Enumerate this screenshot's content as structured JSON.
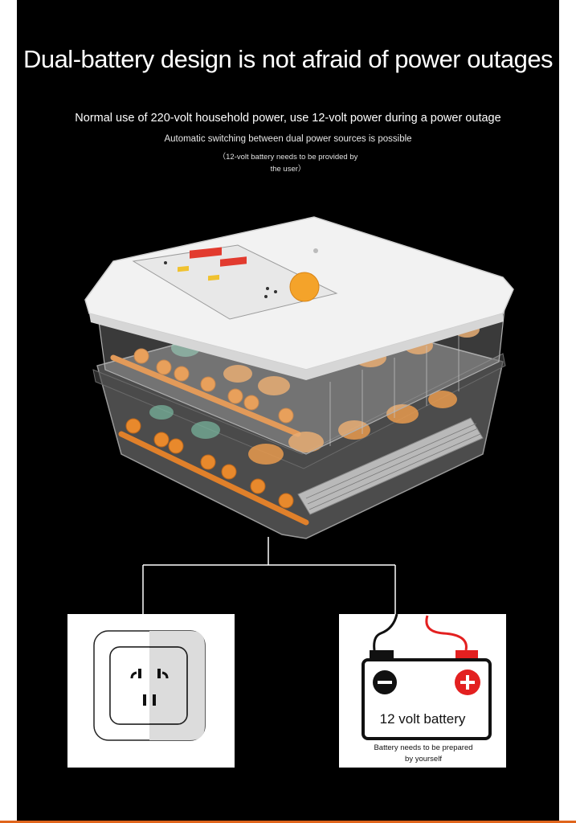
{
  "headline": "Dual-battery design is not afraid of power outages",
  "subtitle": "Normal use of 220-volt household power, use 12-volt power during a power outage",
  "switching_text": "Automatic switching between dual power sources is possible",
  "battery_note": "（12-volt battery needs to be provided by the user）",
  "outlet_icon": "power-outlet-icon",
  "battery_icon": "car-battery-icon",
  "battery_label": "12 volt battery",
  "battery_caption": "Battery needs to be prepared by yourself",
  "colors": {
    "background": "#000000",
    "accent_orange": "#e8892c",
    "battery_red": "#e32020",
    "outline": "#111111"
  }
}
